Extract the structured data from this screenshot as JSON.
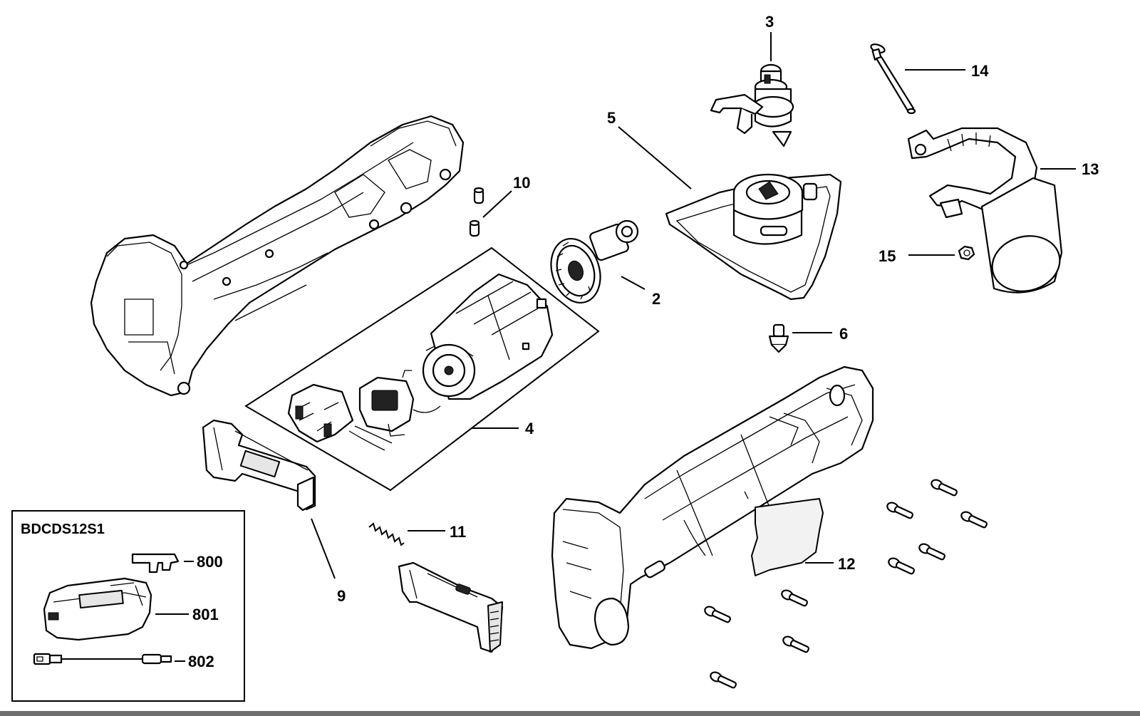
{
  "labels": {
    "p2": "2",
    "p3": "3",
    "p4": "4",
    "p5": "5",
    "p6": "6",
    "p9": "9",
    "p10": "10",
    "p11": "11",
    "p12": "12",
    "p13": "13",
    "p14": "14",
    "p15": "15",
    "p800": "800",
    "p801": "801",
    "p802": "802"
  },
  "kit": {
    "title": "BDCDS12S1"
  }
}
